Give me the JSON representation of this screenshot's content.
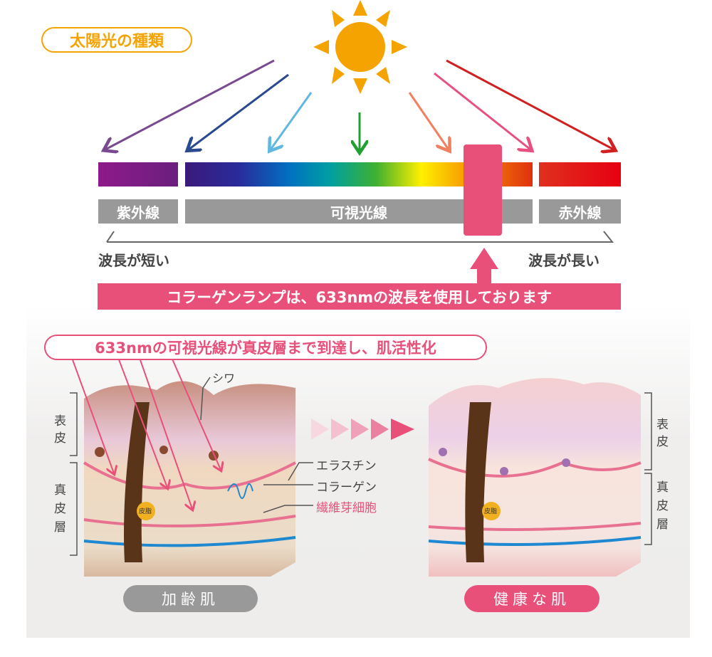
{
  "title": "太陽光の種類",
  "spectrum": {
    "uv_label": "紫外線",
    "visible_label": "可視光線",
    "ir_label": "赤外線",
    "short_label": "波長が短い",
    "long_label": "波長が長い"
  },
  "banner": "コラーゲンランプは、633nmの波長を使用しております",
  "callout": "633nmの可視光線が真皮層まで到達し、肌活性化",
  "skin": {
    "wrinkle": "シワ",
    "elastin": "エラスチン",
    "collagen": "コラーゲン",
    "fibroblast": "繊維芽細胞",
    "sebum": "皮脂",
    "epidermis": "表皮",
    "dermis": "真皮層",
    "aged_label": "加齢肌",
    "healthy_label": "健康な肌"
  },
  "colors": {
    "orange": "#f5a300",
    "pink": "#e8507a",
    "gray": "#999999"
  }
}
